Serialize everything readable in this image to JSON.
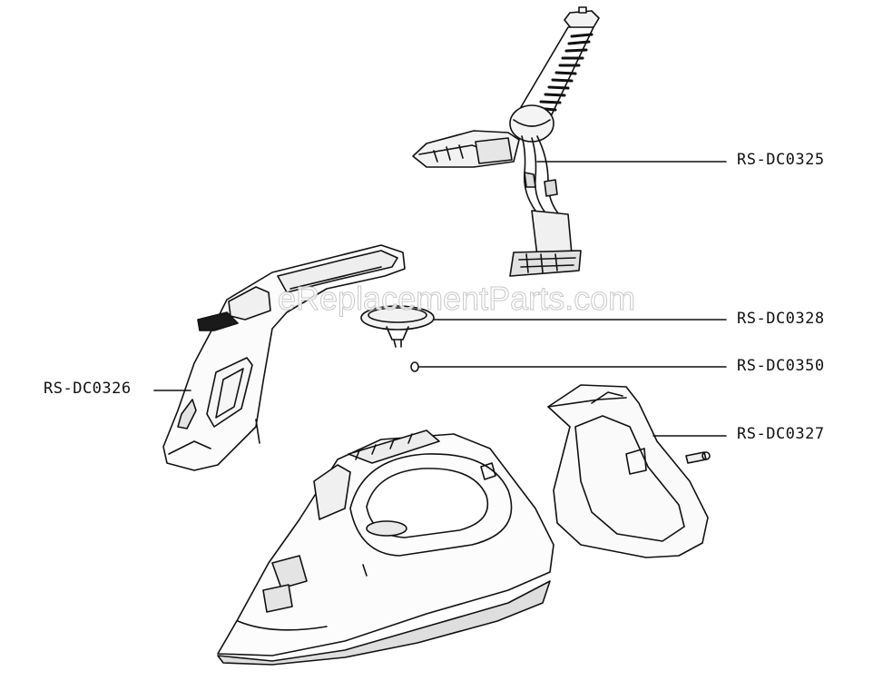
{
  "diagram": {
    "watermark": "eReplacementParts.com",
    "callouts": [
      {
        "id": "hose",
        "label": "RS-DC0325"
      },
      {
        "id": "handle",
        "label": "RS-DC0326"
      },
      {
        "id": "disc",
        "label": "RS-DC0328"
      },
      {
        "id": "oring",
        "label": "RS-DC0350"
      },
      {
        "id": "rear",
        "label": "RS-DC0327"
      }
    ]
  },
  "colors": {
    "line": "#111111",
    "background": "#ffffff",
    "watermark_stroke": "#c9c9c9"
  }
}
